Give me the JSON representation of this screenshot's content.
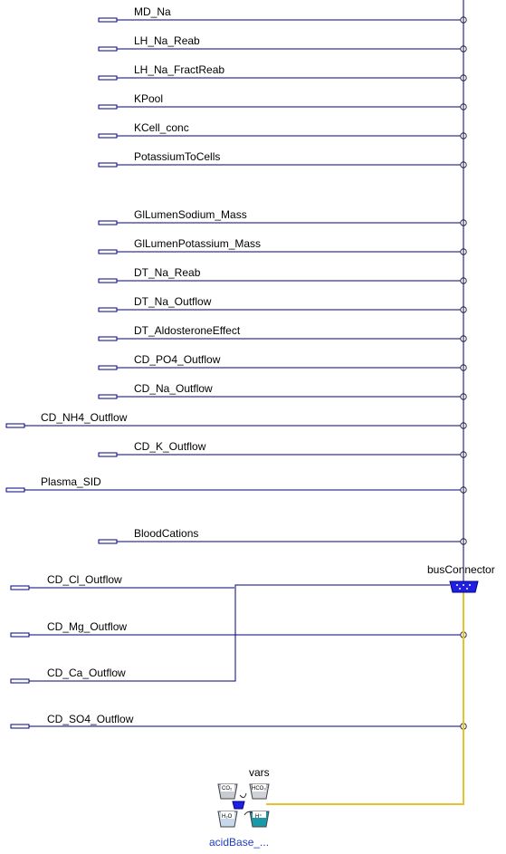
{
  "diagram": {
    "signals": [
      {
        "label": "MD_Na"
      },
      {
        "label": "LH_Na_Reab"
      },
      {
        "label": "LH_Na_FractReab"
      },
      {
        "label": "KPool"
      },
      {
        "label": "KCell_conc"
      },
      {
        "label": "PotassiumToCells"
      },
      {
        "label": "GlLumenSodium_Mass"
      },
      {
        "label": "GlLumenPotassium_Mass"
      },
      {
        "label": "DT_Na_Reab"
      },
      {
        "label": "DT_Na_Outflow"
      },
      {
        "label": "DT_AldosteroneEffect"
      },
      {
        "label": "CD_PO4_Outflow"
      },
      {
        "label": "CD_Na_Outflow"
      },
      {
        "label": "CD_NH4_Outflow"
      },
      {
        "label": "CD_K_Outflow"
      },
      {
        "label": "Plasma_SID"
      },
      {
        "label": "BloodCations"
      }
    ],
    "lower_signals": [
      {
        "label": "CD_Cl_Outflow"
      },
      {
        "label": "CD_Mg_Outflow"
      },
      {
        "label": "CD_Ca_Outflow"
      },
      {
        "label": "CD_SO4_Outflow"
      }
    ],
    "bus_connector_label": "busConnector",
    "vars_label": "vars",
    "acid_base_label": "acidBase_...",
    "icon_labels": {
      "co2": "CO₂",
      "hco3": "HCO₃⁻",
      "h2o": "H₂O",
      "h": "H⁺"
    },
    "colors": {
      "connection_line": "#00007f",
      "bus_line": "#ecc02a",
      "bus_connector_fill": "#2020e0",
      "label_blue": "#1f3fbf",
      "teal_fill": "#1a9aa8"
    }
  }
}
